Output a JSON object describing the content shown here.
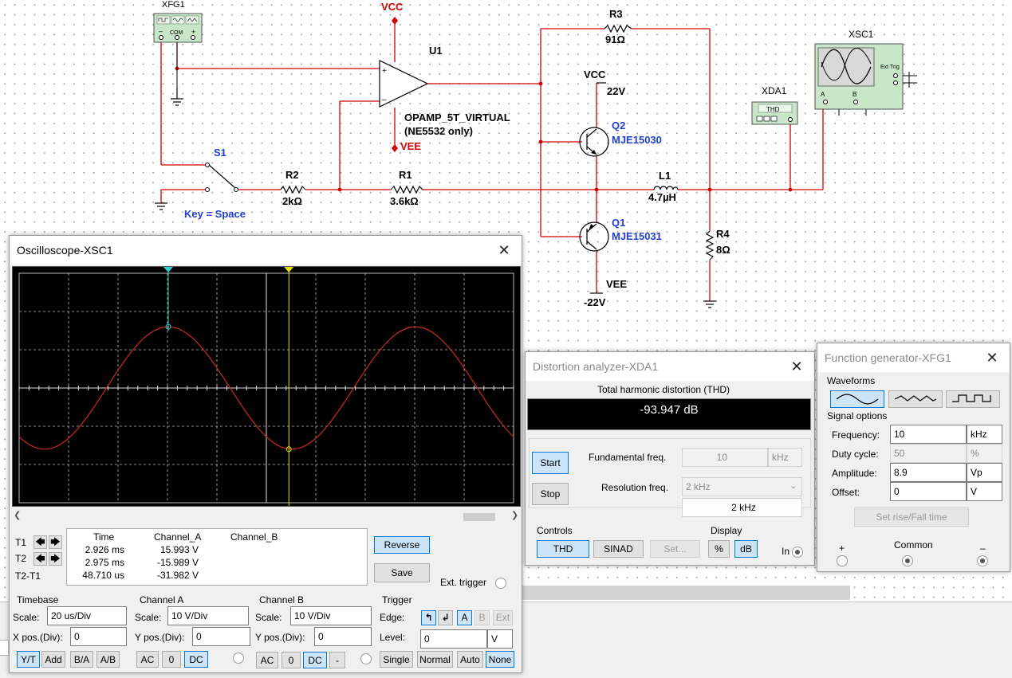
{
  "schematic": {
    "xfg_label": "XFG1",
    "xfg_com": "COM",
    "xfg_minus": "–",
    "xfg_plus": "+",
    "vcc_top": "VCC",
    "vee_op": "VEE",
    "u1": "U1",
    "opamp_model": "OPAMP_5T_VIRTUAL",
    "opamp_note": "(NE5532 only)",
    "s1": "S1",
    "key": "Key = Space",
    "r2": "R2",
    "r2_val": "2kΩ",
    "r1": "R1",
    "r1_val": "3.6kΩ",
    "r3": "R3",
    "r3_val": "91Ω",
    "vcc_q2": "VCC",
    "vcc_q2_val": "22V",
    "q2": "Q2",
    "q2_model": "MJE15030",
    "q1": "Q1",
    "q1_model": "MJE15031",
    "vee_q1": "VEE",
    "vee_q1_val": "-22V",
    "l1": "L1",
    "l1_val": "4.7µH",
    "r4": "R4",
    "r4_val": "8Ω",
    "xda": "XDA1",
    "xda_thd": "THD",
    "xsc": "XSC1",
    "xsc_trig": "Ext Trig",
    "xsc_a": "A",
    "xsc_b": "B",
    "opamp_plus": "+",
    "opamp_minus": "–"
  },
  "scope": {
    "title": "Oscilloscope-XSC1",
    "close": "✕",
    "readout_headers": [
      "Time",
      "Channel_A",
      "Channel_B"
    ],
    "row_labels": [
      "T1",
      "T2",
      "T2-T1"
    ],
    "rows": [
      [
        "2.926 ms",
        "15.993 V",
        ""
      ],
      [
        "2.975 ms",
        "-15.989 V",
        ""
      ],
      [
        "48.710 us",
        "-31.982 V",
        ""
      ]
    ],
    "reverse": "Reverse",
    "save": "Save",
    "ext_trigger": "Ext. trigger",
    "timebase": {
      "title": "Timebase",
      "scale_label": "Scale:",
      "scale": "20 us/Div",
      "xpos_label": "X pos.(Div):",
      "xpos": "0",
      "buttons": [
        "Y/T",
        "Add",
        "B/A",
        "A/B"
      ]
    },
    "channel_a": {
      "title": "Channel A",
      "scale_label": "Scale:",
      "scale": "10  V/Div",
      "ypos_label": "Y pos.(Div):",
      "ypos": "0",
      "buttons": [
        "AC",
        "0",
        "DC"
      ]
    },
    "channel_b": {
      "title": "Channel B",
      "scale_label": "Scale:",
      "scale": "10  V/Div",
      "ypos_label": "Y pos.(Div):",
      "ypos": "0",
      "buttons": [
        "AC",
        "0",
        "DC",
        "-"
      ]
    },
    "trigger": {
      "title": "Trigger",
      "edge_label": "Edge:",
      "sources": [
        "A",
        "B",
        "Ext"
      ],
      "level_label": "Level:",
      "level": "0",
      "level_unit": "V",
      "modes": [
        "Single",
        "Normal",
        "Auto",
        "None"
      ]
    },
    "waveform_color": "#cc2a1e",
    "cursor1_color": "#2fd0d8",
    "cursor2_color": "#e6e000"
  },
  "distortion": {
    "title": "Distortion analyzer-XDA1",
    "close": "✕",
    "heading": "Total harmonic distortion (THD)",
    "value": "-93.947 dB",
    "start": "Start",
    "stop": "Stop",
    "fund_label": "Fundamental freq.",
    "fund_value": "10",
    "fund_unit": "kHz",
    "res_label": "Resolution freq.",
    "res_select": "2 kHz",
    "res_value": "2 kHz",
    "controls_title": "Controls",
    "controls": [
      "THD",
      "SINAD",
      "Set..."
    ],
    "display_title": "Display",
    "display": [
      "%",
      "dB"
    ],
    "in_label": "In"
  },
  "funcgen": {
    "title": "Function generator-XFG1",
    "close": "✕",
    "waveforms_title": "Waveforms",
    "signal_title": "Signal options",
    "params": [
      {
        "label": "Frequency:",
        "value": "10",
        "unit": "kHz"
      },
      {
        "label": "Duty cycle:",
        "value": "50",
        "unit": "%"
      },
      {
        "label": "Amplitude:",
        "value": "8.9",
        "unit": "Vp"
      },
      {
        "label": "Offset:",
        "value": "0",
        "unit": "V"
      }
    ],
    "rise_fall": "Set rise/Fall time",
    "term_plus": "+",
    "term_common": "Common",
    "term_minus": "–"
  }
}
